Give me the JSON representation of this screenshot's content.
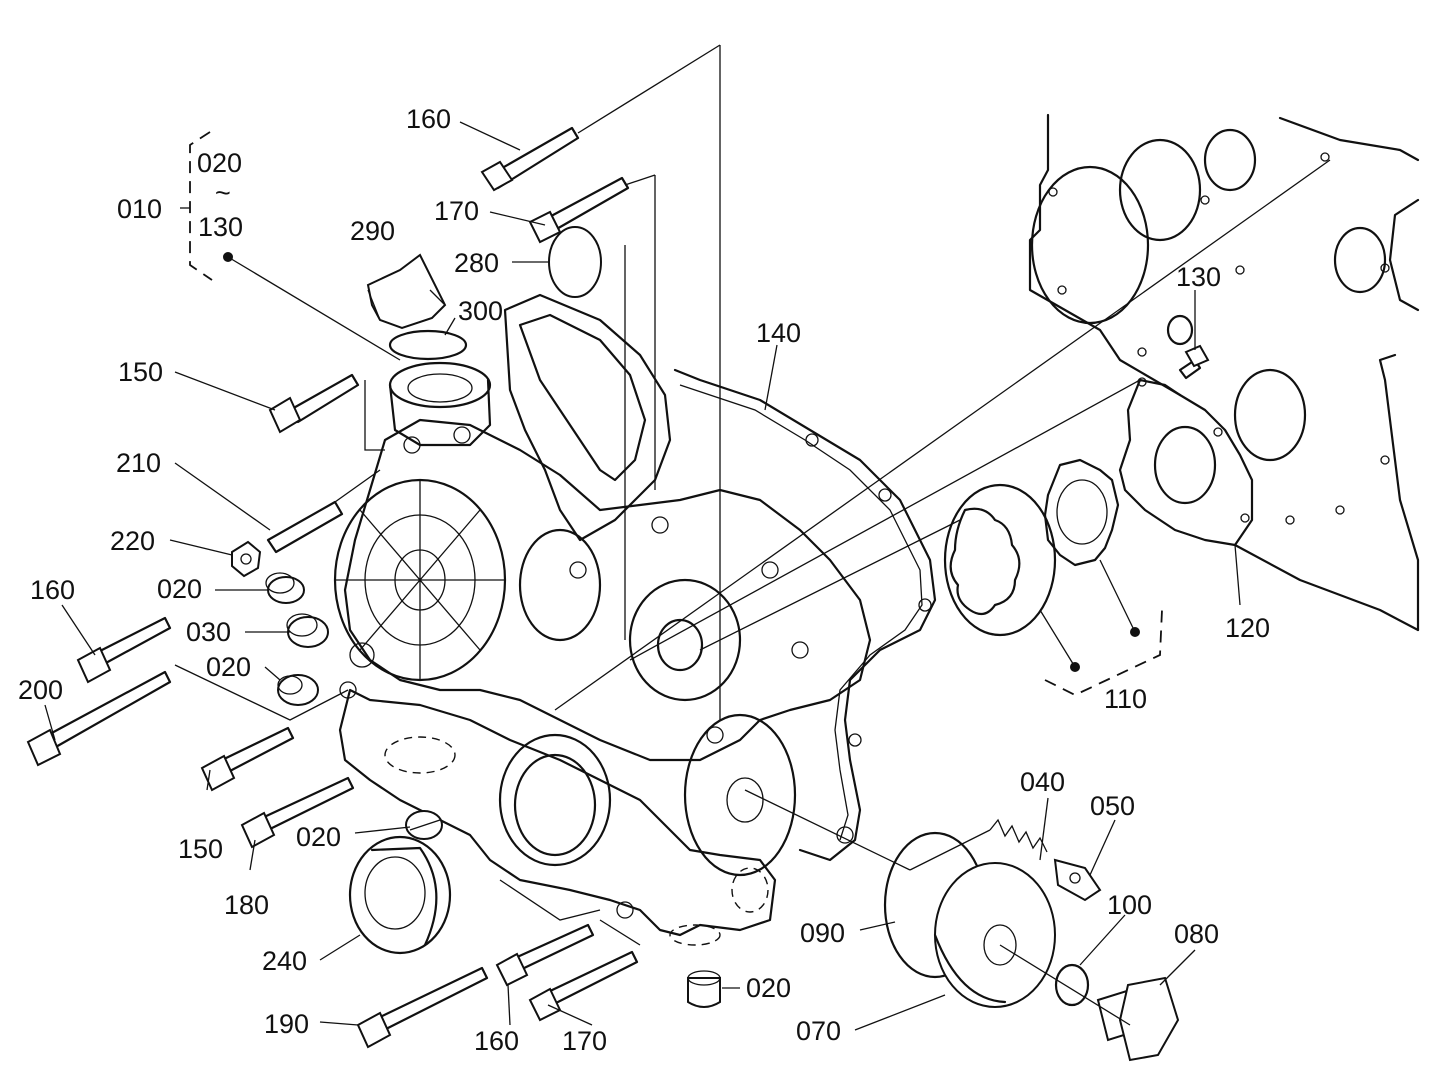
{
  "callouts": [
    {
      "id": "160",
      "text": "160"
    },
    {
      "id": "020",
      "text": "020"
    },
    {
      "id": "tilde",
      "text": "~"
    },
    {
      "id": "130",
      "text": "130"
    },
    {
      "id": "010",
      "text": "010"
    },
    {
      "id": "170",
      "text": "170"
    },
    {
      "id": "290",
      "text": "290"
    },
    {
      "id": "280",
      "text": "280"
    },
    {
      "id": "300",
      "text": "300"
    },
    {
      "id": "140",
      "text": "140"
    },
    {
      "id": "150",
      "text": "150"
    },
    {
      "id": "210",
      "text": "210"
    },
    {
      "id": "220",
      "text": "220"
    },
    {
      "id": "030",
      "text": "030"
    },
    {
      "id": "200",
      "text": "200"
    },
    {
      "id": "180",
      "text": "180"
    },
    {
      "id": "240",
      "text": "240"
    },
    {
      "id": "190",
      "text": "190"
    },
    {
      "id": "110",
      "text": "110"
    },
    {
      "id": "120",
      "text": "120"
    },
    {
      "id": "040",
      "text": "040"
    },
    {
      "id": "050",
      "text": "050"
    },
    {
      "id": "090",
      "text": "090"
    },
    {
      "id": "100",
      "text": "100"
    },
    {
      "id": "080",
      "text": "080"
    },
    {
      "id": "070",
      "text": "070"
    }
  ]
}
